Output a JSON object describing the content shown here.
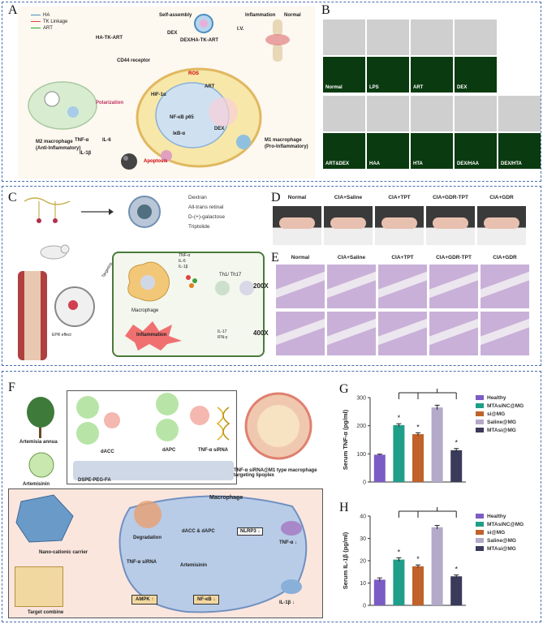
{
  "panels": {
    "A": {
      "label": "A",
      "legend": [
        "HA",
        "TK Linkage",
        "ART"
      ],
      "molecules": [
        "HA-TK-ART",
        "DEX/HA-TK-ART"
      ],
      "self_assembly": "Self-assembly",
      "dex": "DEX",
      "iv": "I.V.",
      "inflammation": "Inflammation",
      "normal": "Normal",
      "cd44": "CD44 receptor",
      "ros": "ROS",
      "art": "ART",
      "hif": "HIF-1α",
      "nfkb": "NF-κB p65",
      "ikb": "IκB-α",
      "dex2": "DEX",
      "polarization": "Polarization",
      "tnf": "TNF-α",
      "il6": "IL-6",
      "il1b": "IL-1β",
      "apoptosis": "Apoptosis",
      "m2": "M2 macrophage",
      "m2sub": "(Anti-Inflammatory)",
      "m1": "M1 macrophage",
      "m1sub": "(Pro-Inflammatory)"
    },
    "B": {
      "label": "B",
      "row1": [
        "Normal",
        "LPS",
        "ART",
        "DEX"
      ],
      "row2": [
        "ART&DEX",
        "HAA",
        "HTA",
        "DEX/HAA",
        "DEX/HTA"
      ]
    },
    "C": {
      "label": "C",
      "legend": [
        "Dextran",
        "All-trans retinal",
        "D-(+)-galactose",
        "Triptolide"
      ],
      "macrophage": "Macrophage",
      "cytokines": [
        "TNF-α",
        "IL-6",
        "IL-1β"
      ],
      "th": "Th1/ Th17",
      "il17": [
        "IL-17",
        "IFN-γ"
      ],
      "inflammation": "Inflammation",
      "epr": "EPR effect",
      "targeting": "Targeting"
    },
    "D": {
      "label": "D",
      "columns": [
        "Normal",
        "CIA+Saline",
        "CIA+TPT",
        "CIA+GDR-TPT",
        "CIA+GDR"
      ]
    },
    "E": {
      "label": "E",
      "columns": [
        "Normal",
        "CIA+Saline",
        "CIA+TPT",
        "CIA+GDR-TPT",
        "CIA+GDR"
      ],
      "rows": [
        "200X",
        "400X"
      ]
    },
    "F": {
      "label": "F",
      "plant": "Artemisia annua",
      "artemisinin": "Artemisinin",
      "dacc": "dACC",
      "dapc": "dAPC",
      "sirna": "TNF-α siRNA",
      "dspe": "DSPE-PEG-FA",
      "lipoplex": "TNF-α siRNA@M1 type macrophage targeting lipoplex",
      "macrophage": "Macrophage",
      "carrier": "Nano-cationic carrier",
      "target": "Target combine",
      "degradation": "Degradation",
      "dacc_dapc": "dACC & dAPC",
      "sirna2": "TNF-α siRNA",
      "artemisinin2": "Artemisinin",
      "nlrp3": "NLRP3 ↓",
      "ampk": "AMPK ↑",
      "nfkb": "NF-κB ↓",
      "tnf_down": "TNF-α ↓",
      "il1b_down": "IL-1β ↓"
    },
    "G": {
      "label": "G"
    },
    "H": {
      "label": "H"
    }
  },
  "colors": {
    "healthy": "#7b5cc4",
    "mtasinc": "#1f9e89",
    "si": "#c0622a",
    "saline": "#b3a9c9",
    "mtasi": "#3a3a5a"
  },
  "chart_data": [
    {
      "type": "bar",
      "panel": "G",
      "ylabel": "Serum TNF-α (pg/ml)",
      "ylim": [
        0,
        300
      ],
      "yticks": [
        0,
        100,
        200,
        300
      ],
      "categories": [
        "Healthy",
        "MTAsiNC@MG",
        "si@MG",
        "Saline@MG",
        "MTAsi@MG"
      ],
      "values": [
        97,
        202,
        170,
        265,
        113
      ],
      "errors": [
        2,
        5,
        5,
        8,
        6
      ],
      "significance": [
        "",
        "*",
        "*",
        "",
        "*"
      ]
    },
    {
      "type": "bar",
      "panel": "H",
      "ylabel": "Serum IL-1β (pg/ml)",
      "ylim": [
        0,
        40
      ],
      "yticks": [
        0,
        10,
        20,
        30,
        40
      ],
      "categories": [
        "Healthy",
        "MTAsiNC@MG",
        "si@MG",
        "Saline@MG",
        "MTAsi@MG"
      ],
      "values": [
        11.5,
        20.5,
        17.5,
        35,
        13
      ],
      "errors": [
        0.8,
        0.8,
        0.6,
        0.8,
        0.6
      ],
      "significance": [
        "",
        "*",
        "*",
        "",
        "*"
      ]
    }
  ]
}
